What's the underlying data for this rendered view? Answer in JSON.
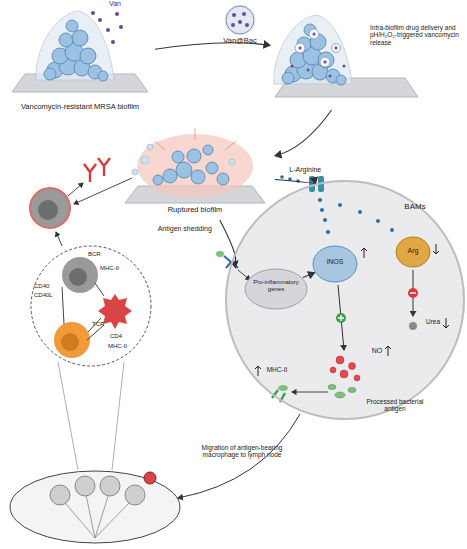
{
  "diagram": {
    "nodes": [
      {
        "text": [
          "Vancomycin-resistant MRSA biofilm"
        ]
      },
      {
        "text": [
          "Van@Bac"
        ]
      },
      {
        "text": [
          "Intra-biofilm drug delivery and pH/H₂O₂-triggered vancomycin release"
        ]
      },
      {
        "text": [
          "Ruptured biofilm"
        ]
      },
      {
        "text": [
          "BAMs"
        ]
      },
      {
        "text": [
          "Pro-inflammatory genes"
        ],
        "in": 4
      },
      {
        "text": [
          "iNOS"
        ],
        "in": 4
      },
      {
        "text": [
          "Arg"
        ],
        "in": 4
      },
      {
        "text": [
          "BCR",
          "MHC-II",
          "CD40",
          "CD40L",
          "TCR",
          "CD4",
          "MHC-II"
        ]
      }
    ],
    "edges": [
      {
        "from": 0,
        "to": 2,
        "arrow": "to"
      },
      {
        "from": 2,
        "to": 3,
        "arrow": "to"
      },
      {
        "from": 3,
        "to": 4,
        "label": "L-Arginine",
        "arrow": "to"
      },
      {
        "from": 3,
        "to": 4,
        "label": "Antigen shedding",
        "arrow": "to"
      },
      {
        "from": 5,
        "to": 6,
        "arrow": "to"
      }
    ],
    "labels": [
      "Van",
      "NO",
      "Urea",
      "MHC-II",
      "Processed bacterial antigen",
      "Migration of antigen-bearing macrophage to lymph node"
    ]
  }
}
